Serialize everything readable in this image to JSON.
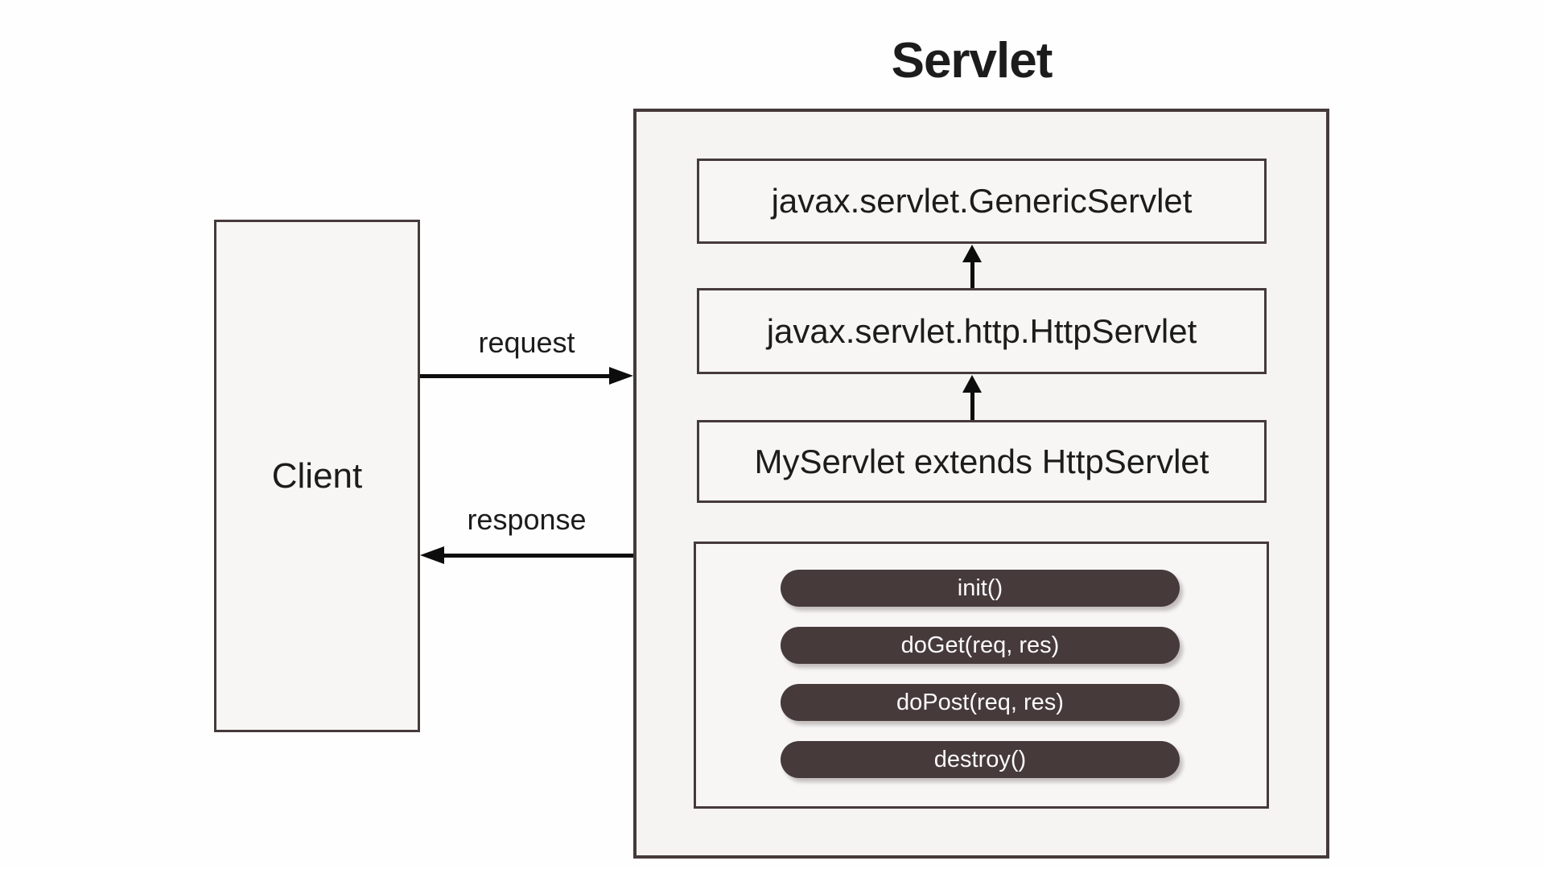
{
  "title": "Servlet",
  "client": {
    "label": "Client"
  },
  "connections": {
    "request_label": "request",
    "response_label": "response"
  },
  "servlet": {
    "class_boxes": [
      {
        "label": "javax.servlet.GenericServlet"
      },
      {
        "label": "javax.servlet.http.HttpServlet"
      },
      {
        "label": "MyServlet extends HttpServlet"
      }
    ],
    "methods": [
      {
        "label": "init()"
      },
      {
        "label": "doGet(req, res)"
      },
      {
        "label": "doPost(req, res)"
      },
      {
        "label": "destroy()"
      }
    ]
  },
  "colors": {
    "background": "#fefefe",
    "panel_fill": "#f5f4f3",
    "box_fill": "#f7f6f5",
    "border": "#453a3a",
    "text": "#1c1c1c",
    "pill_fill": "#463a3b",
    "pill_text": "#fbfafa",
    "arrow": "#0d0d0d"
  }
}
